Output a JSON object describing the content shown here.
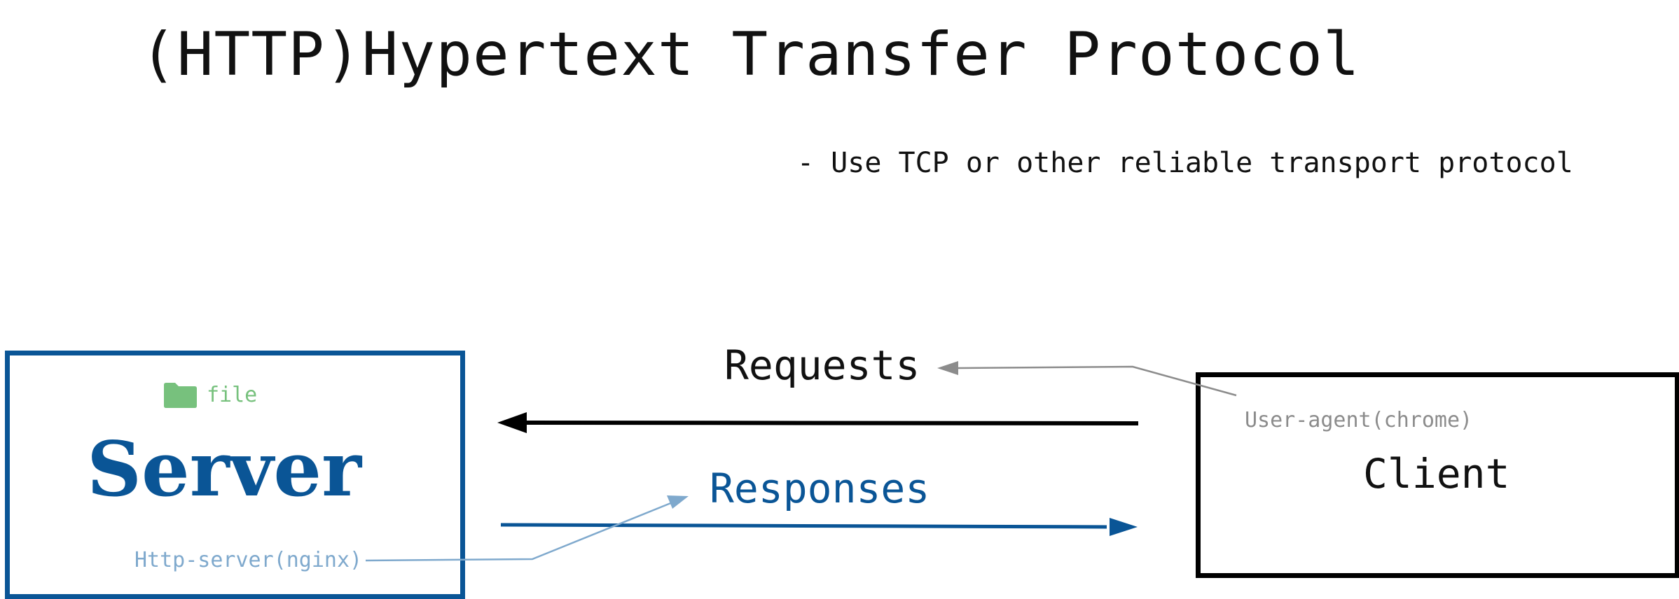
{
  "title": "(HTTP)Hypertext Transfer Protocol",
  "bullet": "- Use TCP or other reliable transport protocol",
  "server": {
    "file_label": "file",
    "name": "Server",
    "annotation": "Http-server(nginx)"
  },
  "client": {
    "annotation": "User-agent(chrome)",
    "name": "Client"
  },
  "arrows": {
    "requests_label": "Requests",
    "responses_label": "Responses"
  },
  "colors": {
    "server_blue": "#0a5596",
    "light_blue": "#7fa9cd",
    "file_green": "#77c17d",
    "annotation_gray": "#8c8c8c",
    "black": "#000000"
  },
  "icons": {
    "file": "folder-icon"
  }
}
